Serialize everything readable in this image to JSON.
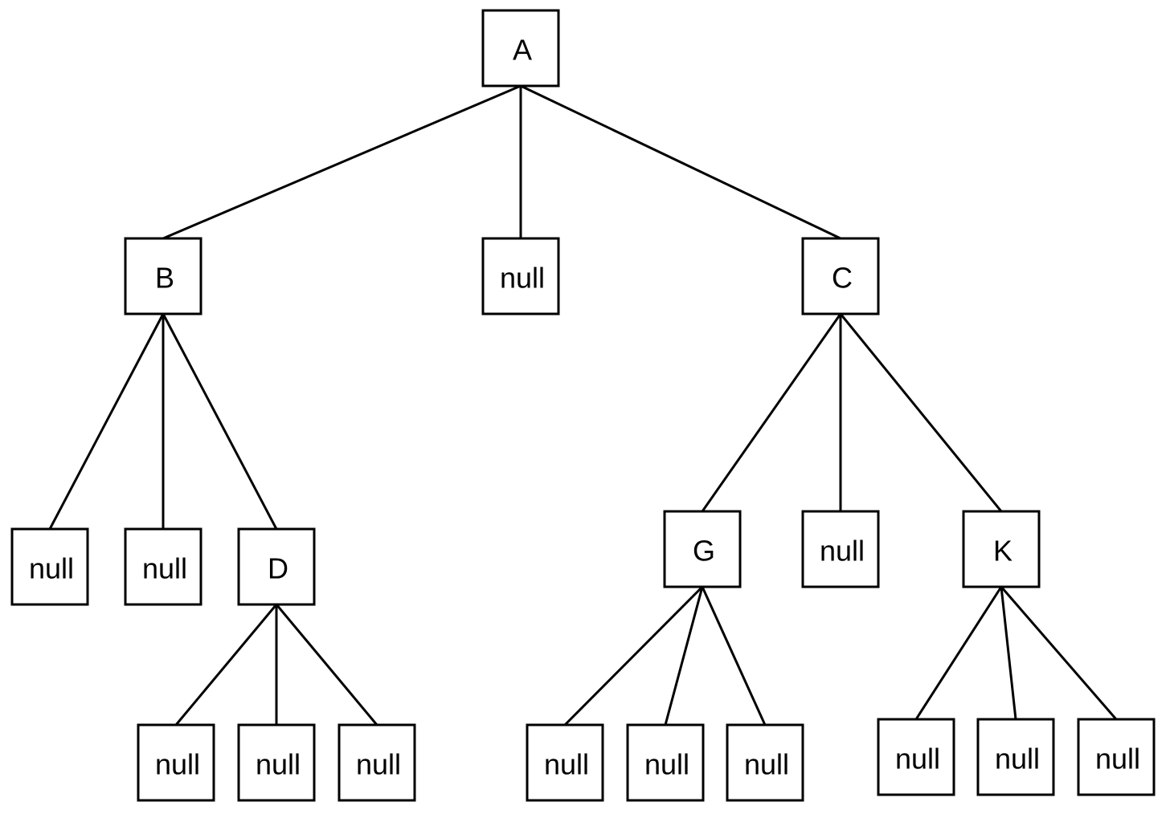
{
  "tree": {
    "nodes": [
      {
        "id": "A",
        "label": "A"
      },
      {
        "id": "B",
        "label": "B"
      },
      {
        "id": "N_A2",
        "label": "null"
      },
      {
        "id": "C",
        "label": "C"
      },
      {
        "id": "N_B1",
        "label": "null"
      },
      {
        "id": "N_B2",
        "label": "null"
      },
      {
        "id": "D",
        "label": "D"
      },
      {
        "id": "N_D1",
        "label": "null"
      },
      {
        "id": "N_D2",
        "label": "null"
      },
      {
        "id": "N_D3",
        "label": "null"
      },
      {
        "id": "G",
        "label": "G"
      },
      {
        "id": "N_C2",
        "label": "null"
      },
      {
        "id": "K",
        "label": "K"
      },
      {
        "id": "N_G1",
        "label": "null"
      },
      {
        "id": "N_G2",
        "label": "null"
      },
      {
        "id": "N_G3",
        "label": "null"
      },
      {
        "id": "N_K1",
        "label": "null"
      },
      {
        "id": "N_K2",
        "label": "null"
      },
      {
        "id": "N_K3",
        "label": "null"
      }
    ],
    "edges": [
      [
        "A",
        "B"
      ],
      [
        "A",
        "N_A2"
      ],
      [
        "A",
        "C"
      ],
      [
        "B",
        "N_B1"
      ],
      [
        "B",
        "N_B2"
      ],
      [
        "B",
        "D"
      ],
      [
        "D",
        "N_D1"
      ],
      [
        "D",
        "N_D2"
      ],
      [
        "D",
        "N_D3"
      ],
      [
        "C",
        "G"
      ],
      [
        "C",
        "N_C2"
      ],
      [
        "C",
        "K"
      ],
      [
        "G",
        "N_G1"
      ],
      [
        "G",
        "N_G2"
      ],
      [
        "G",
        "N_G3"
      ],
      [
        "K",
        "N_K1"
      ],
      [
        "K",
        "N_K2"
      ],
      [
        "K",
        "N_K3"
      ]
    ]
  }
}
